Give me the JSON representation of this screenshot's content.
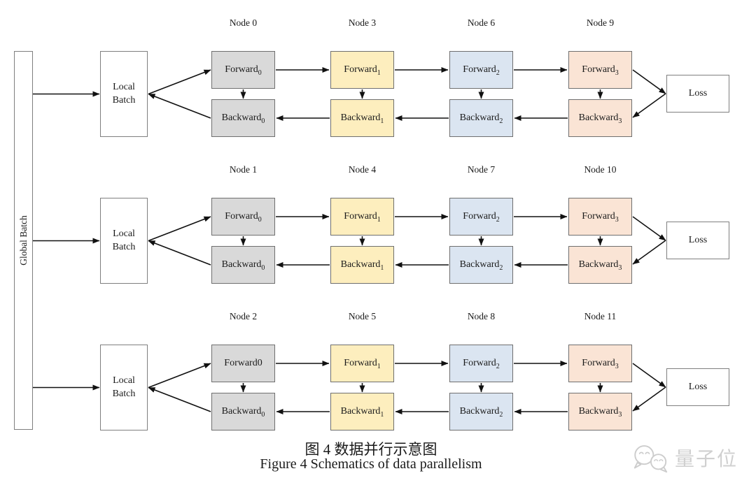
{
  "figure": {
    "caption_zh": "图 4  数据并行示意图",
    "caption_en": "Figure 4 Schematics of data parallelism"
  },
  "global_batch_label": "Global Batch",
  "local_batch_label": {
    "line1": "Local",
    "line2": "Batch"
  },
  "loss_label": "Loss",
  "watermark_text": "量子位",
  "palette": {
    "stage0": "#d9d9d9",
    "stage1": "#fdeebe",
    "stage2": "#dbe5f1",
    "stage3": "#fae4d5",
    "stage_border": "#6f6f6f",
    "arrow": "#111111",
    "watermark": "#d0d0d0"
  },
  "rows": [
    {
      "nodes": [
        "Node 0",
        "Node 3",
        "Node 6",
        "Node 9"
      ],
      "cells": [
        {
          "forward_base": "Forward",
          "forward_sub": "0",
          "backward_base": "Backward",
          "backward_sub": "0",
          "stage": "stage0"
        },
        {
          "forward_base": "Forward",
          "forward_sub": "1",
          "backward_base": "Backward",
          "backward_sub": "1",
          "stage": "stage1"
        },
        {
          "forward_base": "Forward",
          "forward_sub": "2",
          "backward_base": "Backward",
          "backward_sub": "2",
          "stage": "stage2"
        },
        {
          "forward_base": "Forward",
          "forward_sub": "3",
          "backward_base": "Backward",
          "backward_sub": "3",
          "stage": "stage3"
        }
      ]
    },
    {
      "nodes": [
        "Node 1",
        "Node 4",
        "Node 7",
        "Node 10"
      ],
      "cells": [
        {
          "forward_base": "Forward",
          "forward_sub": "0",
          "backward_base": "Backward",
          "backward_sub": "0",
          "stage": "stage0"
        },
        {
          "forward_base": "Forward",
          "forward_sub": "1",
          "backward_base": "Backward",
          "backward_sub": "1",
          "stage": "stage1"
        },
        {
          "forward_base": "Forward",
          "forward_sub": "2",
          "backward_base": "Backward",
          "backward_sub": "2",
          "stage": "stage2"
        },
        {
          "forward_base": "Forward",
          "forward_sub": "3",
          "backward_base": "Backward",
          "backward_sub": "3",
          "stage": "stage3"
        }
      ]
    },
    {
      "nodes": [
        "Node 2",
        "Node 5",
        "Node 8",
        "Node 11"
      ],
      "cells": [
        {
          "forward_base": "Forward0",
          "forward_sub": "",
          "backward_base": "Backward",
          "backward_sub": "0",
          "stage": "stage0"
        },
        {
          "forward_base": "Forward",
          "forward_sub": "1",
          "backward_base": "Backward",
          "backward_sub": "1",
          "stage": "stage1"
        },
        {
          "forward_base": "Forward",
          "forward_sub": "2",
          "backward_base": "Backward",
          "backward_sub": "2",
          "stage": "stage2"
        },
        {
          "forward_base": "Forward",
          "forward_sub": "3",
          "backward_base": "Backward",
          "backward_sub": "3",
          "stage": "stage3"
        }
      ]
    }
  ]
}
